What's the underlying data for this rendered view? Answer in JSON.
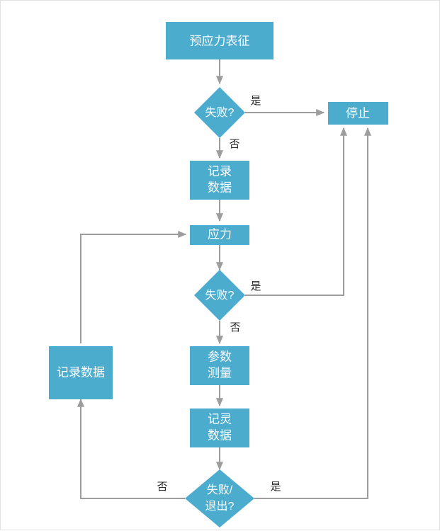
{
  "diagram": {
    "title": "",
    "background_color": "#ffffff",
    "border_color": "#e2e2e2",
    "node_fill": "#4bacce",
    "node_text_color": "#ffffff",
    "edge_color": "#9d9d9d",
    "edge_label_color": "#2b2b2b"
  },
  "nodes": {
    "prestress": {
      "label": "预应力表征",
      "shape": "rect"
    },
    "fail1": {
      "label": "失败?",
      "shape": "diamond"
    },
    "stop": {
      "label": "停止",
      "shape": "rect"
    },
    "record1_line1": {
      "label": "记录",
      "shape": "rect"
    },
    "record1_line2": {
      "label": "数据",
      "shape": "rect"
    },
    "stress": {
      "label": "应力",
      "shape": "rect"
    },
    "fail2": {
      "label": "失败?",
      "shape": "diamond"
    },
    "measure_line1": {
      "label": "参数",
      "shape": "rect"
    },
    "measure_line2": {
      "label": "测量",
      "shape": "rect"
    },
    "record2_line1": {
      "label": "记灵",
      "shape": "rect"
    },
    "record2_line2": {
      "label": "数据",
      "shape": "rect"
    },
    "record_left": {
      "label": "记录数据",
      "shape": "rect"
    },
    "fail3_line1": {
      "label": "失败/",
      "shape": "diamond"
    },
    "fail3_line2": {
      "label": "退出?",
      "shape": "diamond"
    }
  },
  "edge_labels": {
    "fail1_yes": "是",
    "fail1_no": "否",
    "fail2_yes": "是",
    "fail2_no": "否",
    "fail3_yes": "是",
    "fail3_no": "否"
  }
}
